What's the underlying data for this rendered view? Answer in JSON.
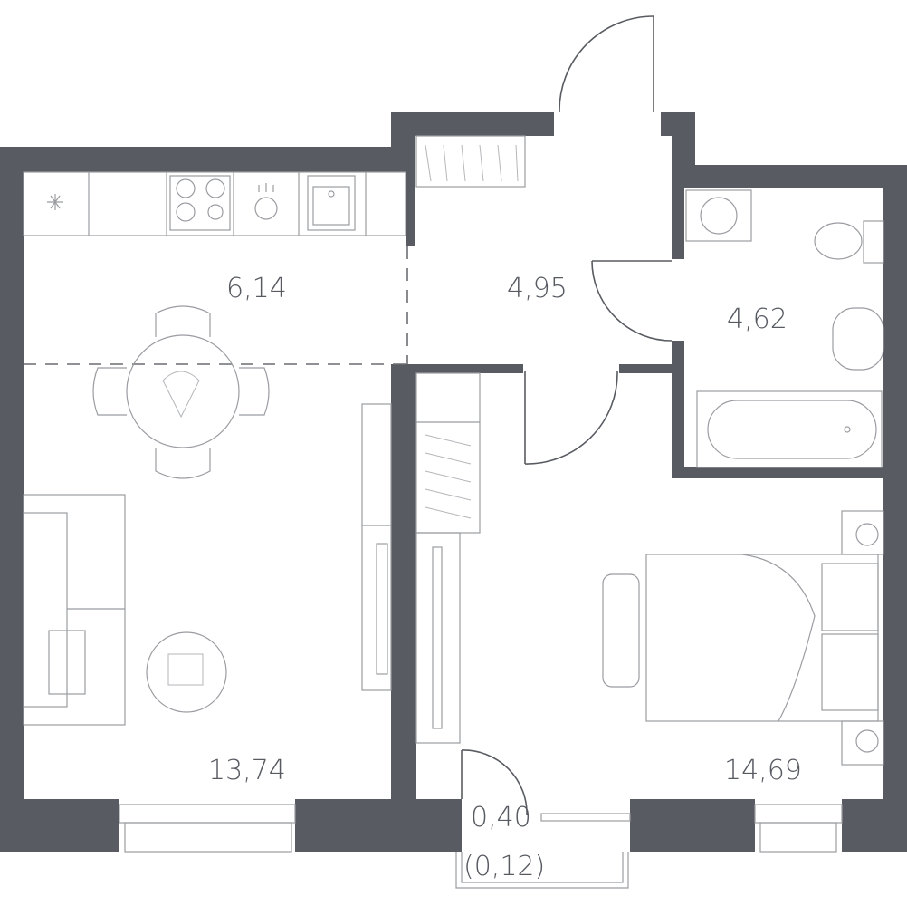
{
  "plan": {
    "rooms": [
      {
        "id": "kitchen",
        "area": "6,14"
      },
      {
        "id": "hallway",
        "area": "4,95"
      },
      {
        "id": "bathroom",
        "area": "4,62"
      },
      {
        "id": "living-room",
        "area": "13,74"
      },
      {
        "id": "bedroom",
        "area": "14,69"
      },
      {
        "id": "balcony",
        "area": "0,40",
        "reduced_area": "(0,12)"
      }
    ],
    "colors": {
      "wall": "#585b61",
      "furniture": "#9a9ca1",
      "background": "#ffffff"
    }
  }
}
